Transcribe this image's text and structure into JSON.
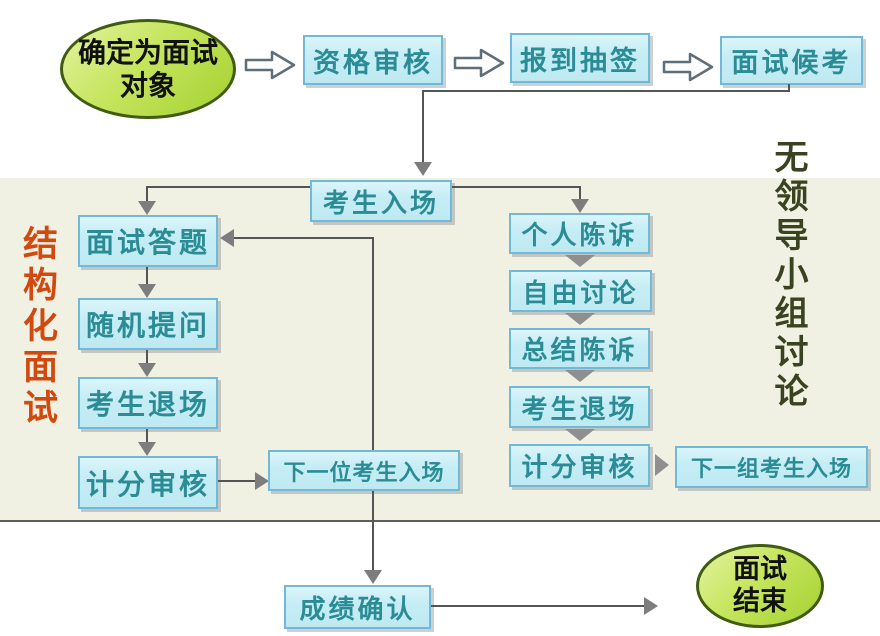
{
  "flow": {
    "start": {
      "line1": "确定为面试",
      "line2": "对象"
    },
    "top_steps": [
      "资格审核",
      "报到抽签",
      "面试候考"
    ],
    "entry": "考生入场",
    "structured": {
      "label": "结构化面试",
      "steps": [
        "面试答题",
        "随机提问",
        "考生退场",
        "计分审核"
      ],
      "next": "下一位考生入场"
    },
    "leaderless": {
      "label": "无领导小组讨论",
      "steps": [
        "个人陈诉",
        "自由讨论",
        "总结陈诉",
        "考生退场",
        "计分审核"
      ],
      "next": "下一组考生入场"
    },
    "confirm": "成绩确认",
    "end": {
      "line1": "面试",
      "line2": "结束"
    },
    "colors": {
      "box_fill": "#c6edf5",
      "box_border": "#72b8d8",
      "box_text": "#2b8c96",
      "ellipse_fill": "#b8dc52",
      "ellipse_border": "#3f5c0f",
      "band_background": "#f1f1e3",
      "connector": "#555555",
      "arrowhead": "#7d7d7d",
      "structured_label_color": "#d1490e",
      "leaderless_label_color": "#3a431f"
    }
  }
}
